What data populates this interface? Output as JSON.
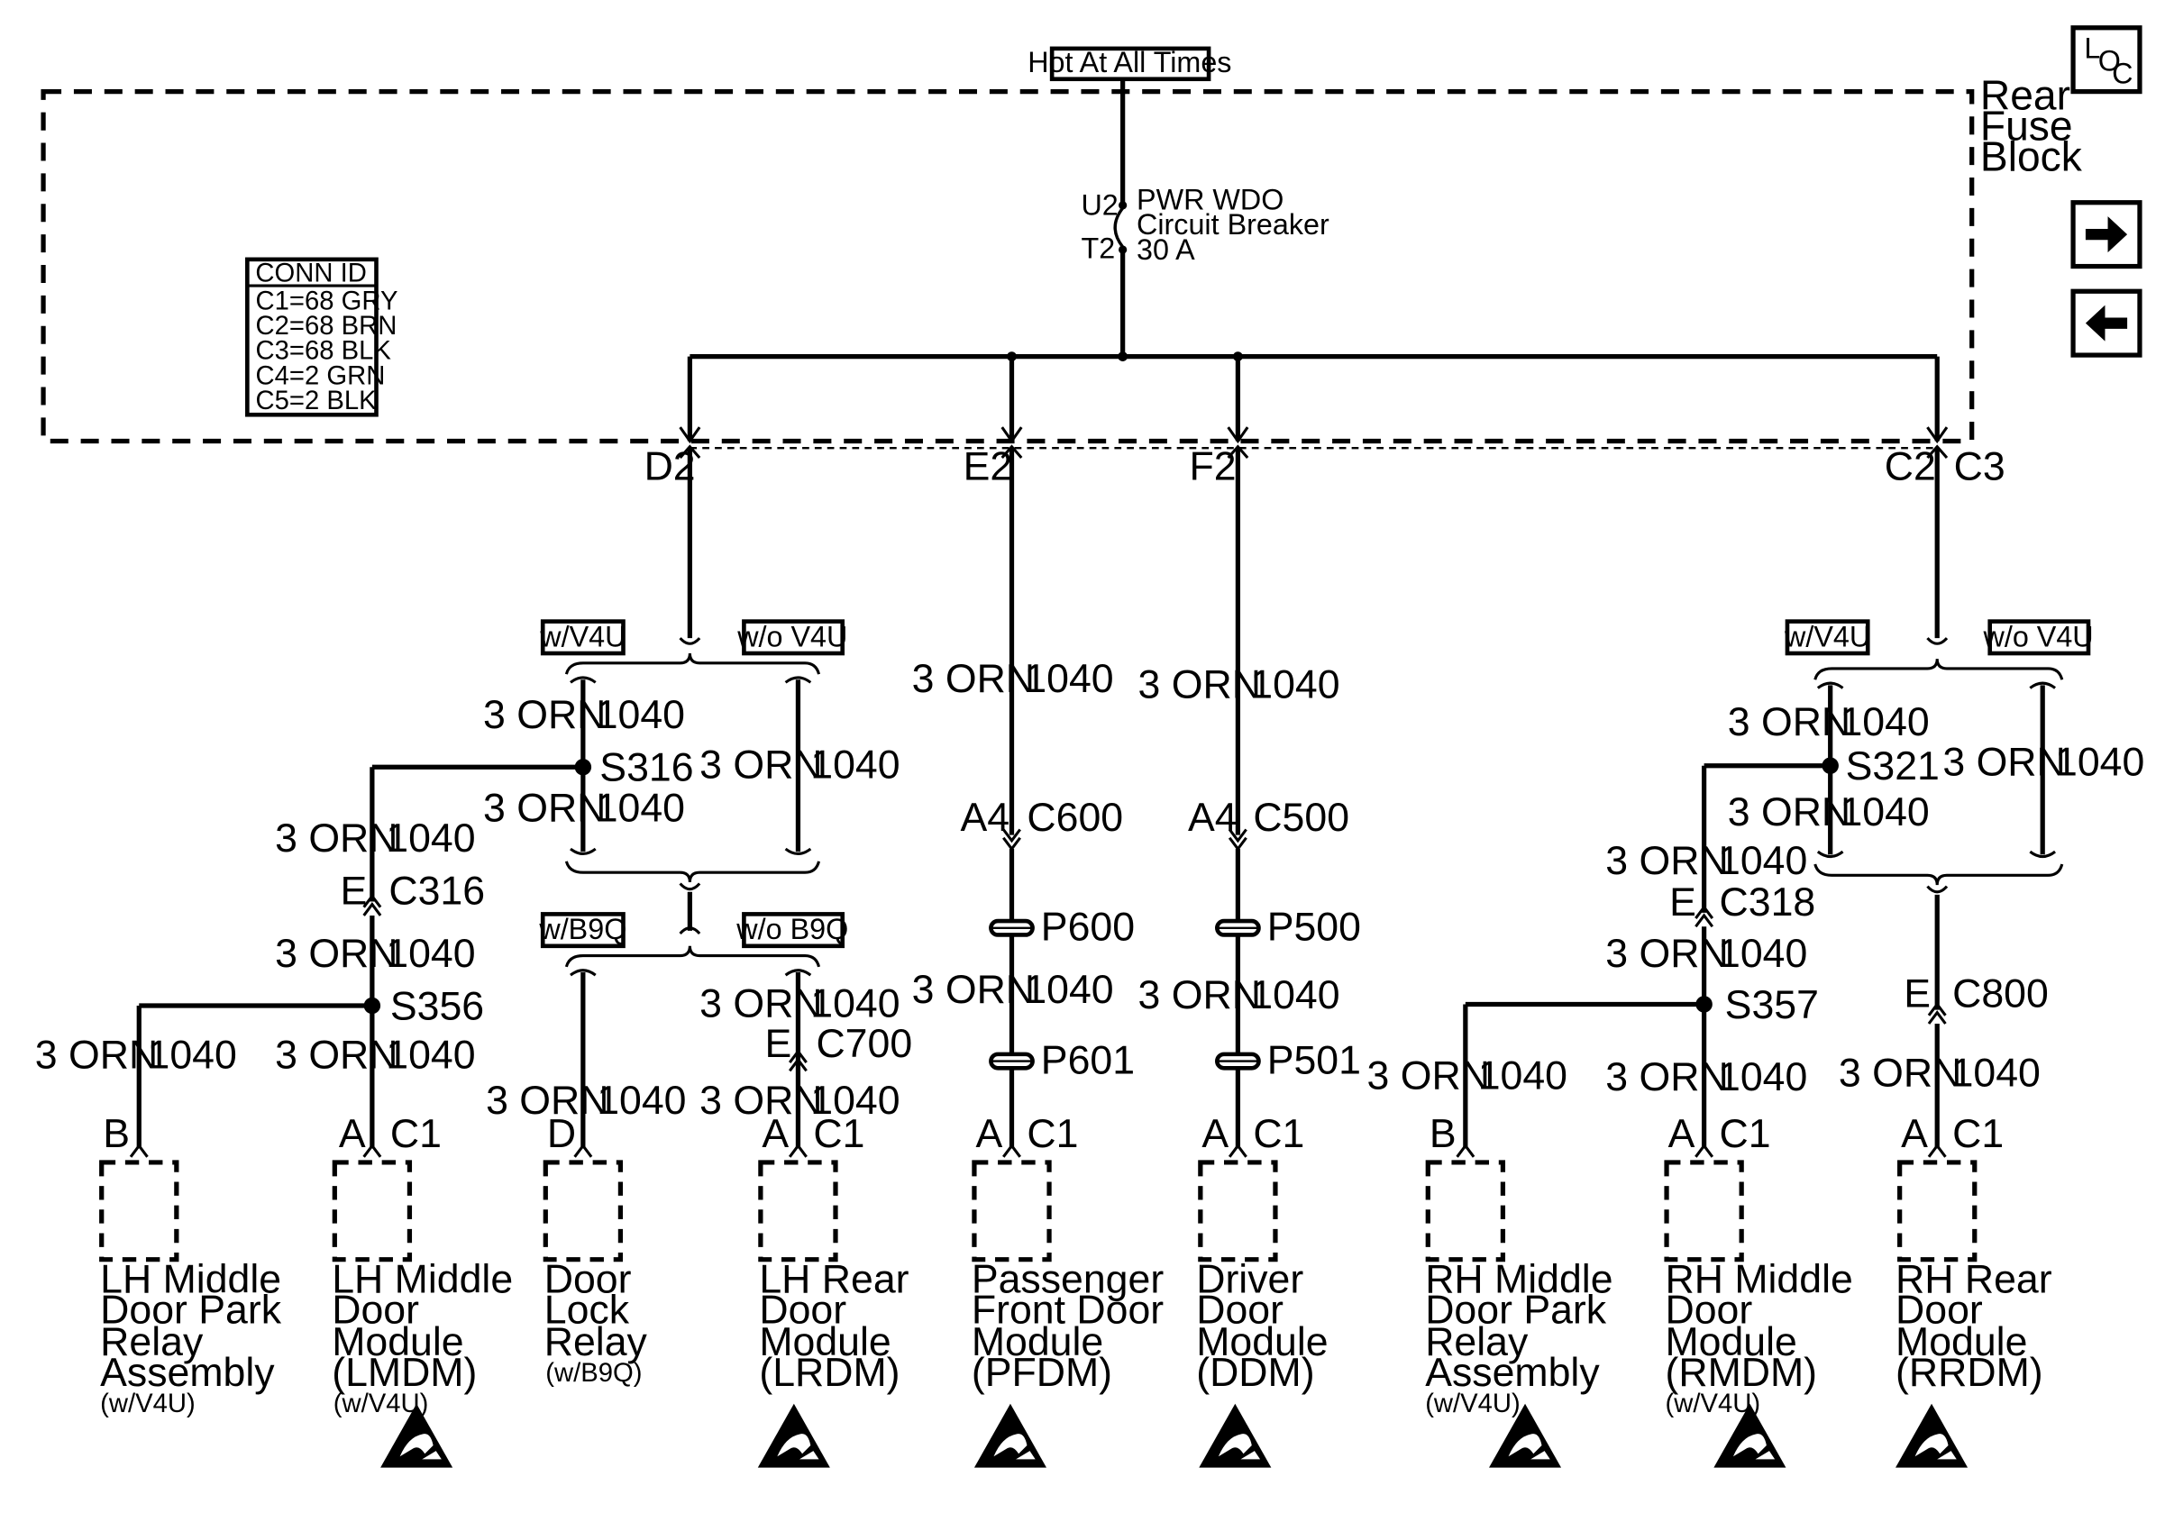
{
  "power_source": "Hot At All Times",
  "fuse_block": {
    "name_l1": "Rear",
    "name_l2": "Fuse",
    "name_l3": "Block",
    "breaker": {
      "in_pin": "U2",
      "out_pin": "T2",
      "l1": "PWR WDO",
      "l2": "Circuit Breaker",
      "l3": "30 A"
    }
  },
  "conn_id": {
    "title": "CONN ID",
    "rows": [
      "C1=68 GRY",
      "C2=68 BRN",
      "C3=68 BLK",
      "C4=2 GRN",
      "C5=2 BLK"
    ]
  },
  "nav": {
    "loc_l": "L",
    "loc_o": "O",
    "loc_c": "C"
  },
  "outputs": {
    "d2": "D2",
    "e2": "E2",
    "f2": "F2",
    "c2": "C2",
    "c3": "C3"
  },
  "wire": {
    "color": "3 ORN",
    "circuit": "1040"
  },
  "options": {
    "with_v4u": "w/V4U",
    "without_v4u": "w/o V4U",
    "with_b9q": "w/B9Q",
    "without_b9q": "w/o B9Q"
  },
  "splices": {
    "s316": "S316",
    "s356": "S356",
    "s321": "S321",
    "s357": "S357"
  },
  "connectors": {
    "c316": "C316",
    "c700": "C700",
    "c600": "C600",
    "c500": "C500",
    "c318": "C318",
    "c800": "C800",
    "p600": "P600",
    "p601": "P601",
    "p500": "P500",
    "p501": "P501",
    "pin_e": "E",
    "pin_a4": "A4",
    "pin_a": "A",
    "pin_b": "B",
    "pin_d": "D",
    "conn_c1": "C1"
  },
  "components": [
    {
      "lines": [
        "LH Middle",
        "Door Park",
        "Relay",
        "Assembly"
      ],
      "note": "(w/V4U)"
    },
    {
      "lines": [
        "LH Middle",
        "Door",
        "Module",
        "(LMDM)"
      ],
      "note": "(w/V4U)"
    },
    {
      "lines": [
        "Door",
        "Lock",
        "Relay"
      ],
      "note": "(w/B9Q)"
    },
    {
      "lines": [
        "LH Rear",
        "Door",
        "Module",
        "(LRDM)"
      ],
      "note": ""
    },
    {
      "lines": [
        "Passenger",
        "Front Door",
        "Module",
        "(PFDM)"
      ],
      "note": ""
    },
    {
      "lines": [
        "Driver",
        "Door",
        "Module",
        "(DDM)"
      ],
      "note": ""
    },
    {
      "lines": [
        "RH Middle",
        "Door Park",
        "Relay",
        "Assembly"
      ],
      "note": "(w/V4U)"
    },
    {
      "lines": [
        "RH Middle",
        "Door",
        "Module",
        "(RMDM)"
      ],
      "note": "(w/V4U)"
    },
    {
      "lines": [
        "RH Rear",
        "Door",
        "Module",
        "(RRDM)"
      ],
      "note": ""
    }
  ],
  "esd_symbol": "esd-warning-icon"
}
